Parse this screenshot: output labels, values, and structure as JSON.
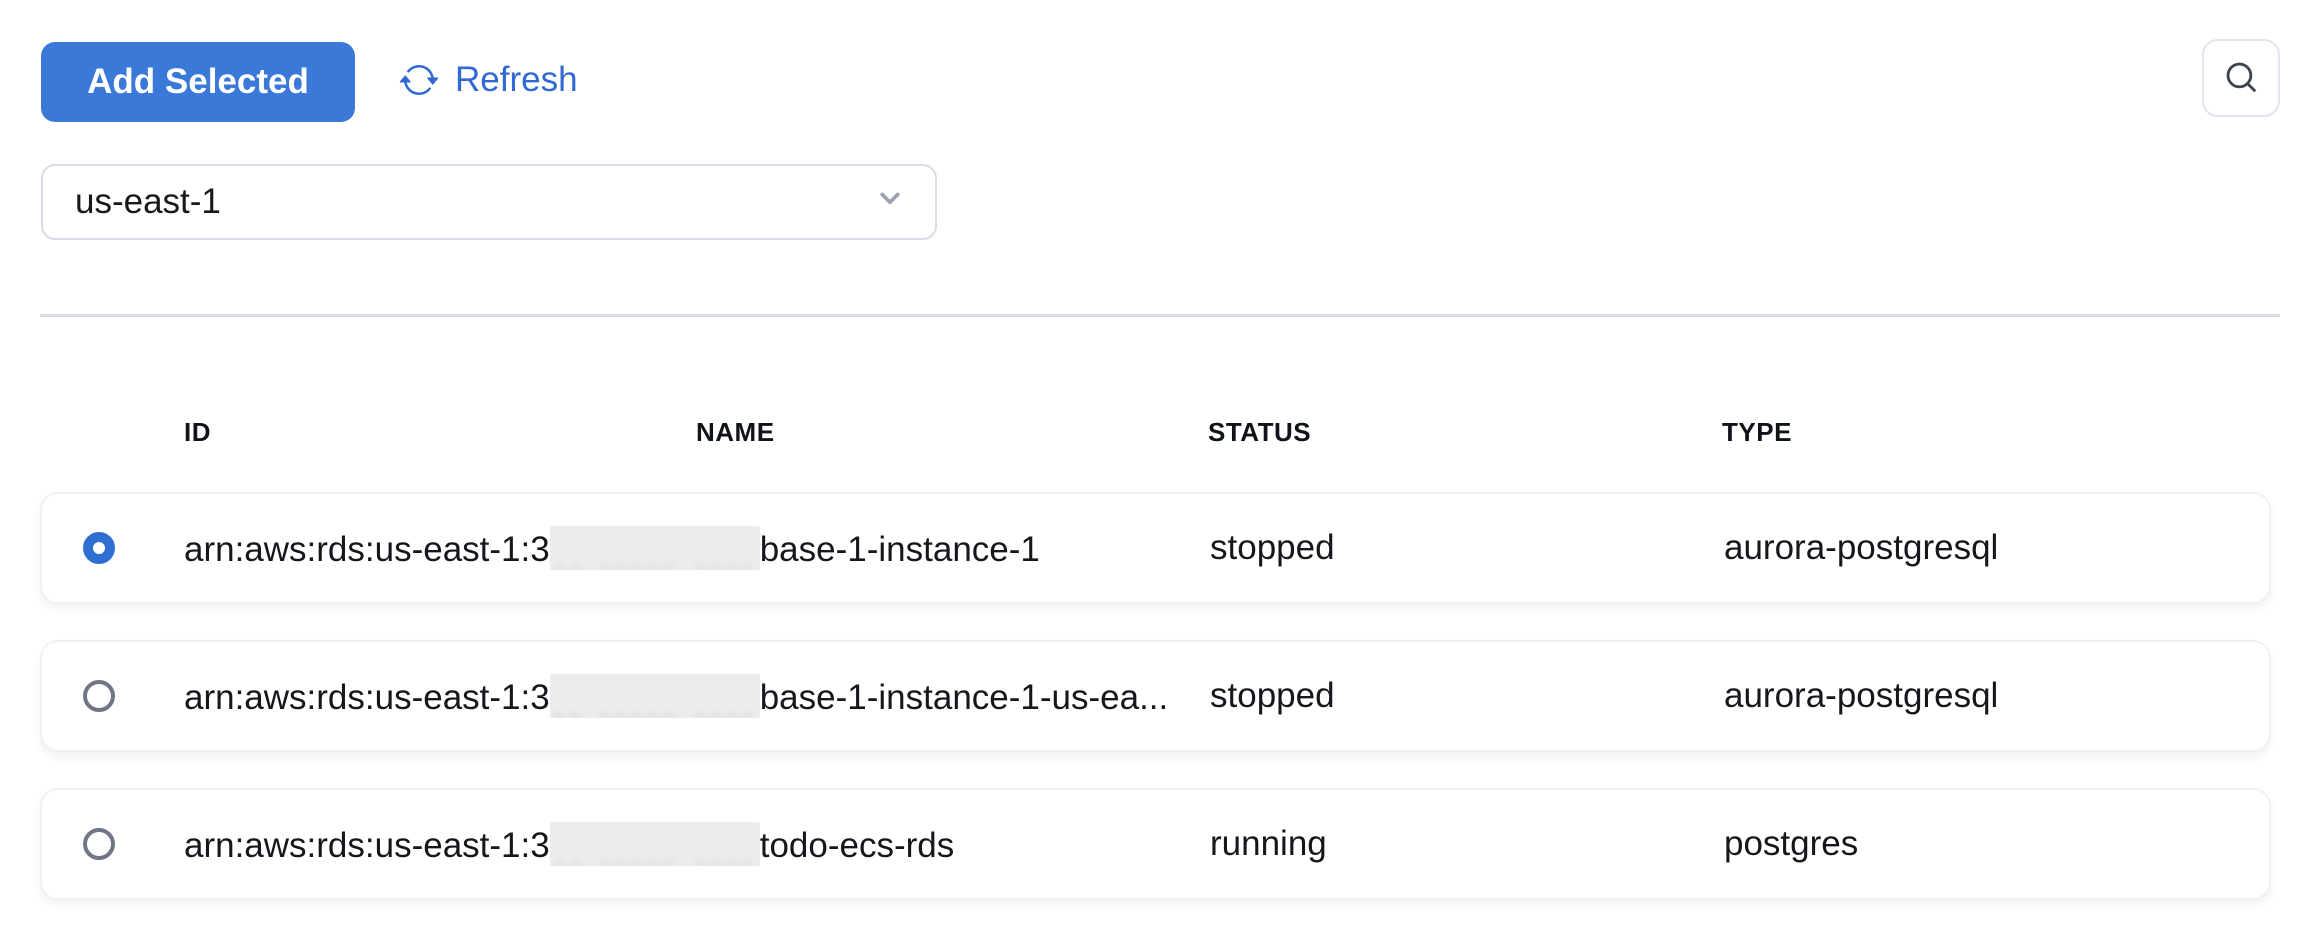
{
  "toolbar": {
    "add_selected_label": "Add Selected",
    "refresh_label": "Refresh"
  },
  "filters": {
    "region_value": "us-east-1"
  },
  "table": {
    "columns": [
      "ID",
      "NAME",
      "STATUS",
      "TYPE"
    ],
    "redaction_smudge": "·· ····· ····",
    "rows": [
      {
        "selected": true,
        "id_prefix": "arn:aws:rds:us-east-1:3",
        "id_redacted": true,
        "id_suffix": "base-1-instance-1",
        "status": "stopped",
        "type": "aurora-postgresql"
      },
      {
        "selected": false,
        "id_prefix": "arn:aws:rds:us-east-1:3",
        "id_redacted": true,
        "id_suffix": "base-1-instance-1-us-ea...",
        "status": "stopped",
        "type": "aurora-postgresql"
      },
      {
        "selected": false,
        "id_prefix": "arn:aws:rds:us-east-1:3",
        "id_redacted": true,
        "id_suffix": "todo-ecs-rds",
        "status": "running",
        "type": "postgres"
      }
    ]
  },
  "icons": {
    "refresh": "refresh-icon",
    "search": "search-icon",
    "chevron": "chevron-down-icon"
  },
  "colors": {
    "primary_blue": "#3b79d9",
    "link_blue": "#3069d4",
    "radio_selected_blue": "#2d70d2",
    "divider_gray": "#d8dbe3",
    "text_dark": "#16181d"
  }
}
